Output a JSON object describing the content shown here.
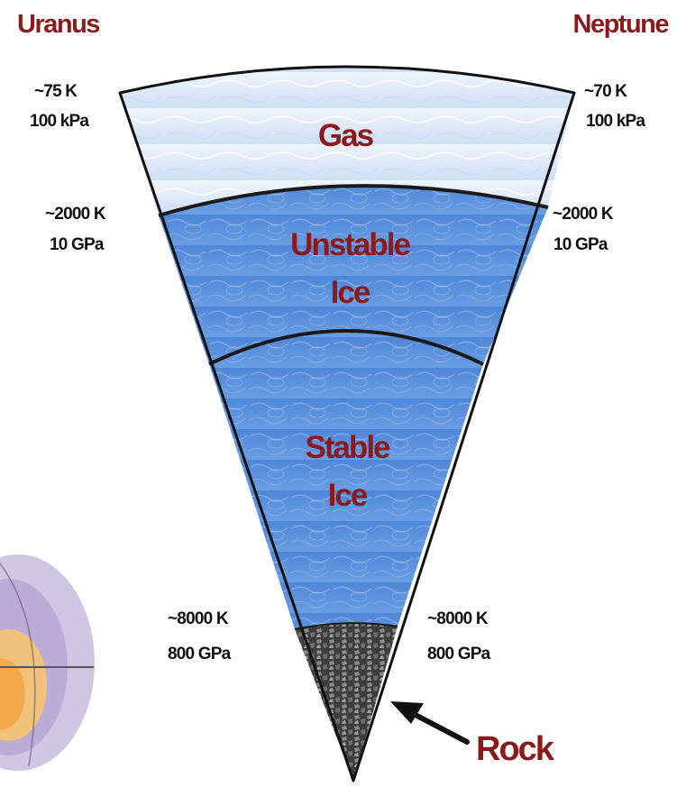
{
  "planets": {
    "left": "Uranus",
    "right": "Neptune"
  },
  "conditions": {
    "top_left": {
      "temp": "~75 K",
      "pressure": "100 kPa"
    },
    "top_right": {
      "temp": "~70 K",
      "pressure": "100 kPa"
    },
    "mid_left": {
      "temp": "~2000 K",
      "pressure": "10 GPa"
    },
    "mid_right": {
      "temp": "~2000 K",
      "pressure": "10 GPa"
    },
    "core_left": {
      "temp": "~8000 K",
      "pressure": "800 GPa"
    },
    "core_right": {
      "temp": "~8000 K",
      "pressure": "800 GPa"
    }
  },
  "layers": {
    "gas": "Gas",
    "unstable_ice": {
      "line1": "Unstable",
      "line2": "Ice"
    },
    "stable_ice": {
      "line1": "Stable",
      "line2": "Ice"
    },
    "rock": "Rock"
  },
  "colors": {
    "label_red": "#8b1a1a",
    "gas_fill": "#dde9f8",
    "ice_fill": "#5f93de",
    "rock_fill": "#4a4a4a",
    "outline": "#111111"
  }
}
